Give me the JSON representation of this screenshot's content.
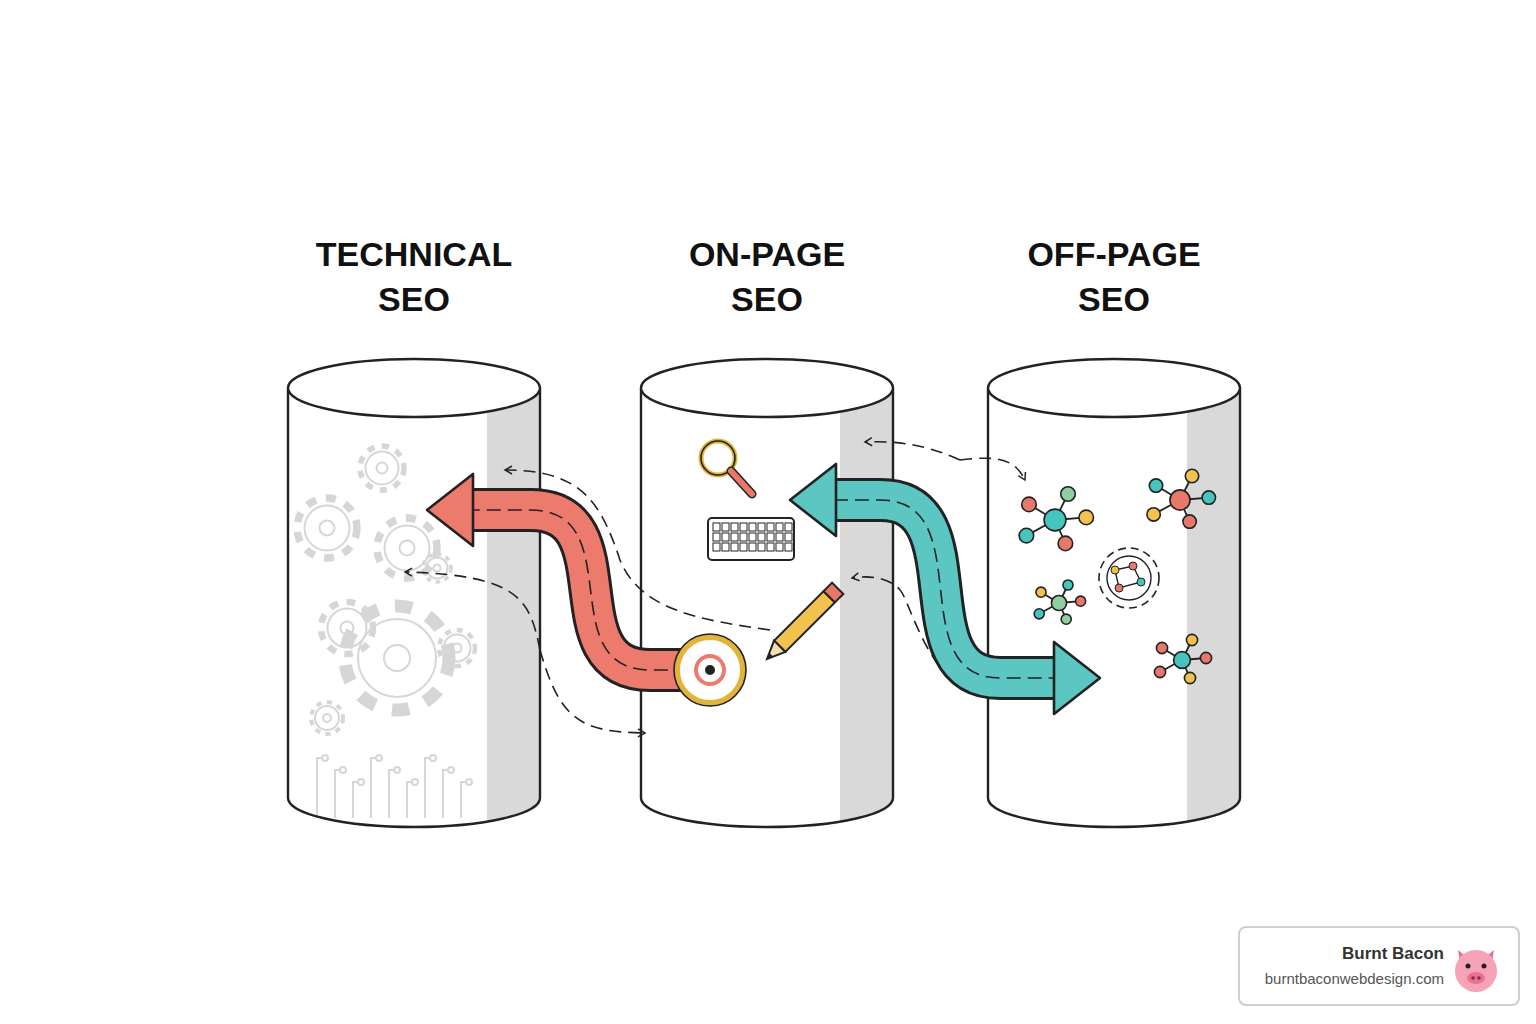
{
  "diagram": {
    "nodes": [
      {
        "text": [
          "TECHNICAL SEO"
        ]
      },
      {
        "text": [
          "ON-PAGE SEO"
        ]
      },
      {
        "text": [
          "OFF-PAGE SEO"
        ]
      }
    ],
    "edges": [
      {
        "from": 1,
        "to": 0,
        "arrow": "to"
      },
      {
        "from": 1,
        "to": 2,
        "arrow": "both"
      }
    ],
    "labels": [
      "Burnt Bacon",
      "burntbaconwebdesign.com"
    ]
  }
}
